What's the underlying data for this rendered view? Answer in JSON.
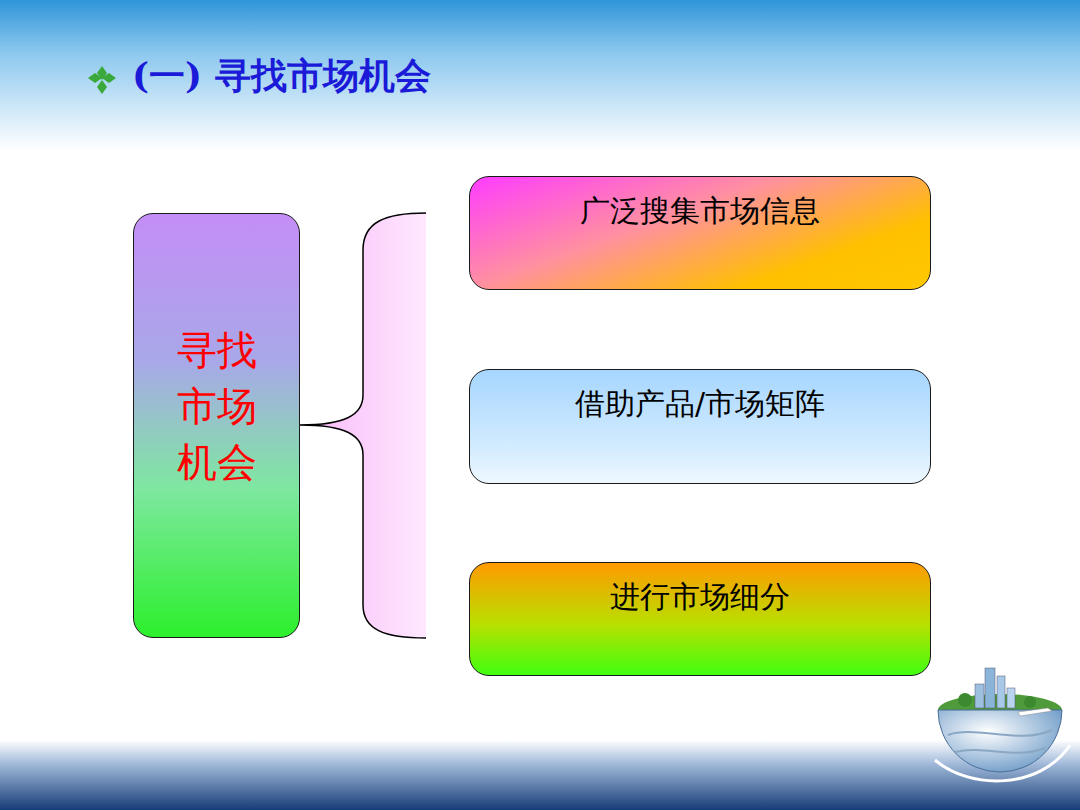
{
  "diagram": {
    "title": "(一) 寻找市场机会",
    "nodes": [
      {
        "text": [
          "寻找市场机会"
        ]
      },
      {
        "text": [
          "广泛搜集市场信息"
        ]
      },
      {
        "text": [
          "借助产品/市场矩阵"
        ]
      },
      {
        "text": [
          "进行市场细分"
        ]
      }
    ]
  }
}
